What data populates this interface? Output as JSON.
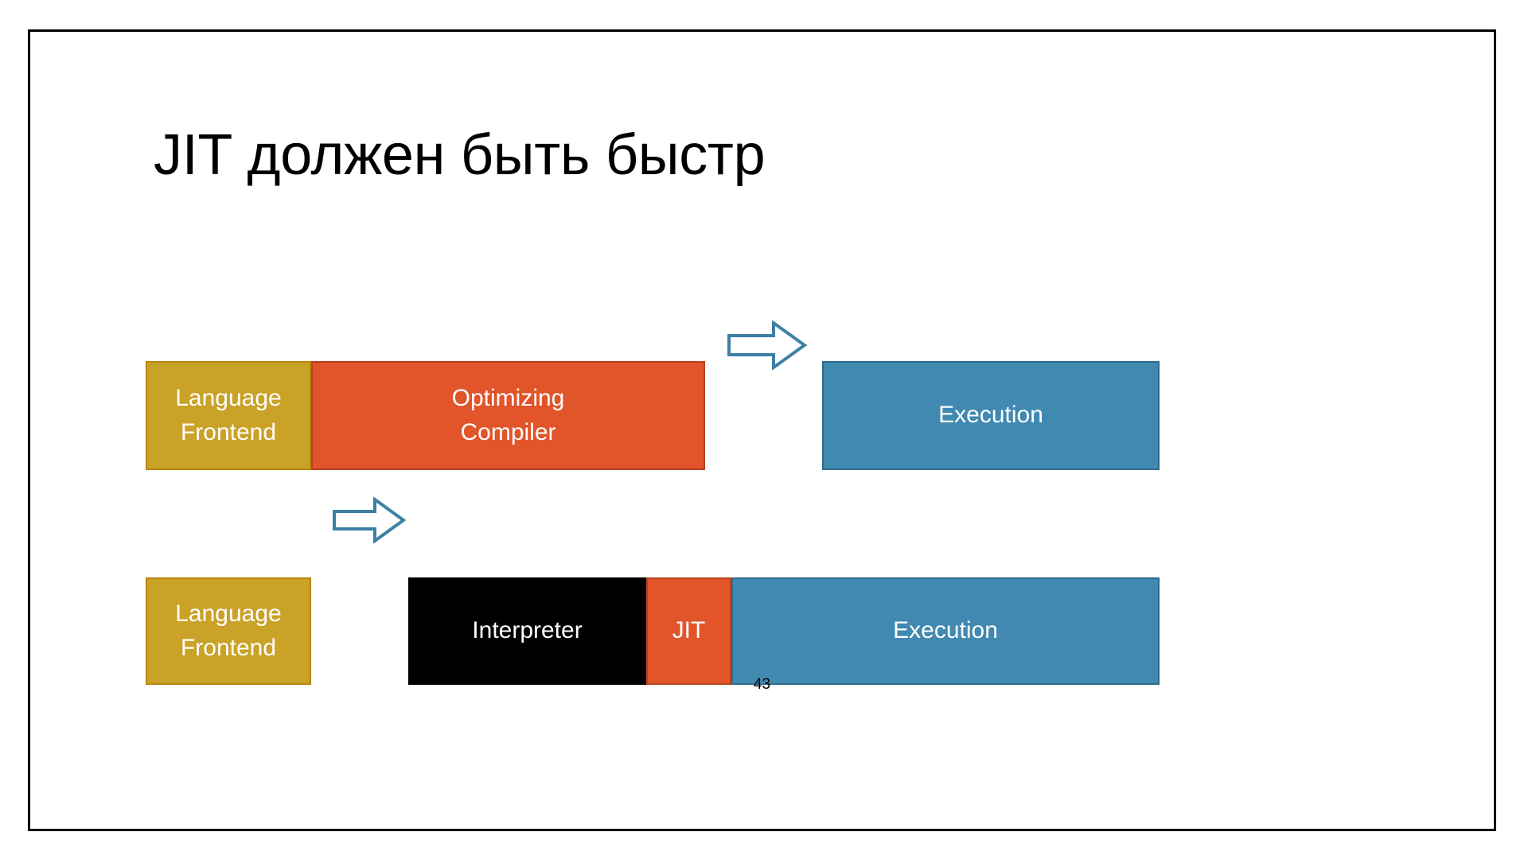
{
  "slide": {
    "title": "JIT должен быть быстр",
    "page_number": "43",
    "border_color": "#000000",
    "background": "#ffffff"
  },
  "colors": {
    "frontend_gold": "#C9A227",
    "frontend_gold_border": "#B8860B",
    "compiler_orange": "#E2542A",
    "compiler_orange_border": "#B8411F",
    "execution_blue": "#4189B0",
    "execution_blue_border": "#2E6A8C",
    "interpreter_black": "#000000",
    "arrow_outline": "#3E7FA6",
    "block_text": "#ffffff"
  },
  "diagram": {
    "row1": {
      "frontend": {
        "label": "Language\nFrontend"
      },
      "compiler": {
        "label": "Optimizing\nCompiler"
      },
      "arrow": {
        "icon": "right-block-arrow-icon"
      },
      "execution": {
        "label": "Execution"
      }
    },
    "row2": {
      "frontend": {
        "label": "Language\nFrontend"
      },
      "arrow": {
        "icon": "right-block-arrow-icon"
      },
      "interpreter": {
        "label": "Interpreter"
      },
      "jit": {
        "label": "JIT"
      },
      "execution": {
        "label": "Execution"
      }
    }
  }
}
